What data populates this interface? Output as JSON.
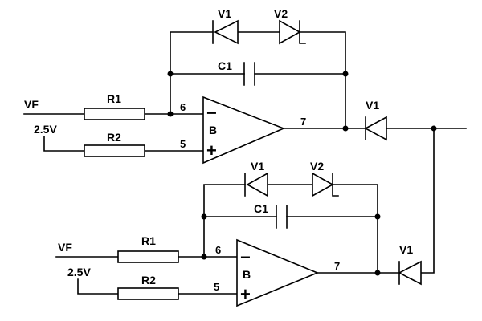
{
  "circuits": [
    {
      "input_label": "VF",
      "ref_voltage": "2.5V",
      "r_input": "R1",
      "r_ref": "R2",
      "capacitor": "C1",
      "feedback_diode_a": "V1",
      "feedback_diode_b": "V2",
      "opamp_label": "B",
      "pin_inverting": "6",
      "pin_noninverting": "5",
      "pin_output": "7",
      "output_diode": "V1",
      "minus_sign": "−",
      "plus_sign": "+"
    },
    {
      "input_label": "VF",
      "ref_voltage": "2.5V",
      "r_input": "R1",
      "r_ref": "R2",
      "capacitor": "C1",
      "feedback_diode_a": "V1",
      "feedback_diode_b": "V2",
      "opamp_label": "B",
      "pin_inverting": "6",
      "pin_noninverting": "5",
      "pin_output": "7",
      "output_diode": "V1",
      "minus_sign": "−",
      "plus_sign": "+"
    }
  ]
}
